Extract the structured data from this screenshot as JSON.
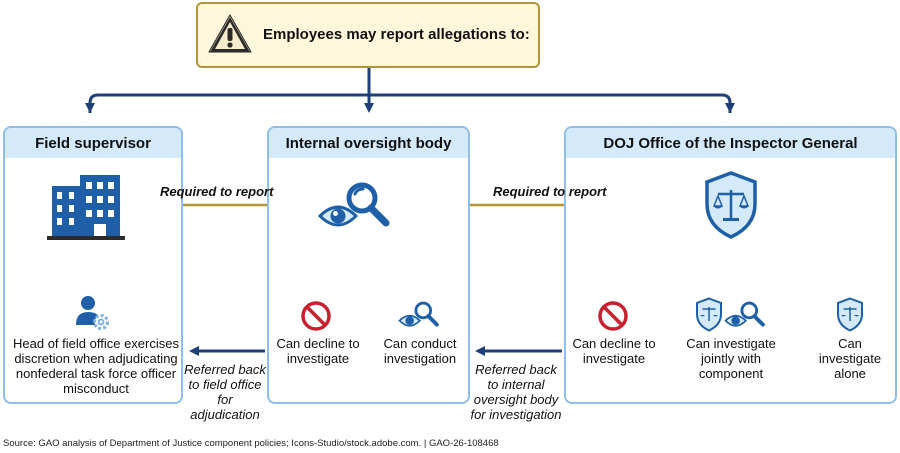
{
  "header": {
    "title": "Employees may report allegations to:"
  },
  "panels": {
    "field": {
      "title": "Field supervisor",
      "outcome": "Head of field office exercises discretion when adjudicating nonfederal task force officer misconduct"
    },
    "internal": {
      "title": "Internal oversight body",
      "decline": "Can decline to investigate",
      "conduct": "Can conduct investigation"
    },
    "oig": {
      "title": "DOJ Office of the Inspector General",
      "decline": "Can decline to investigate",
      "jointly": "Can investigate jointly with component",
      "alone": "Can investigate alone"
    }
  },
  "arrows": {
    "required1": "Required to report",
    "required2": "Required to report",
    "referred_field": "Referred back to field office for adjudication",
    "referred_internal": "Referred back to internal oversight body for investigation"
  },
  "footer": {
    "source": "Source: GAO analysis of Department of Justice component policies; Icons-Studio/stock.adobe.com.  |  GAO-26-108468"
  },
  "colors": {
    "navy": "#1f3f7a",
    "gold": "#b39436",
    "panel_border": "#8fbfe9",
    "panel_header": "#d4e9fa",
    "warning_fill": "#f5eccb",
    "decline_red": "#c8202f",
    "icon_blue": "#1e5fa8"
  },
  "icons": [
    "warning-icon",
    "building-icon",
    "person-gear-icon",
    "eye-magnifier-icon",
    "shield-scales-icon",
    "prohibited-icon"
  ]
}
